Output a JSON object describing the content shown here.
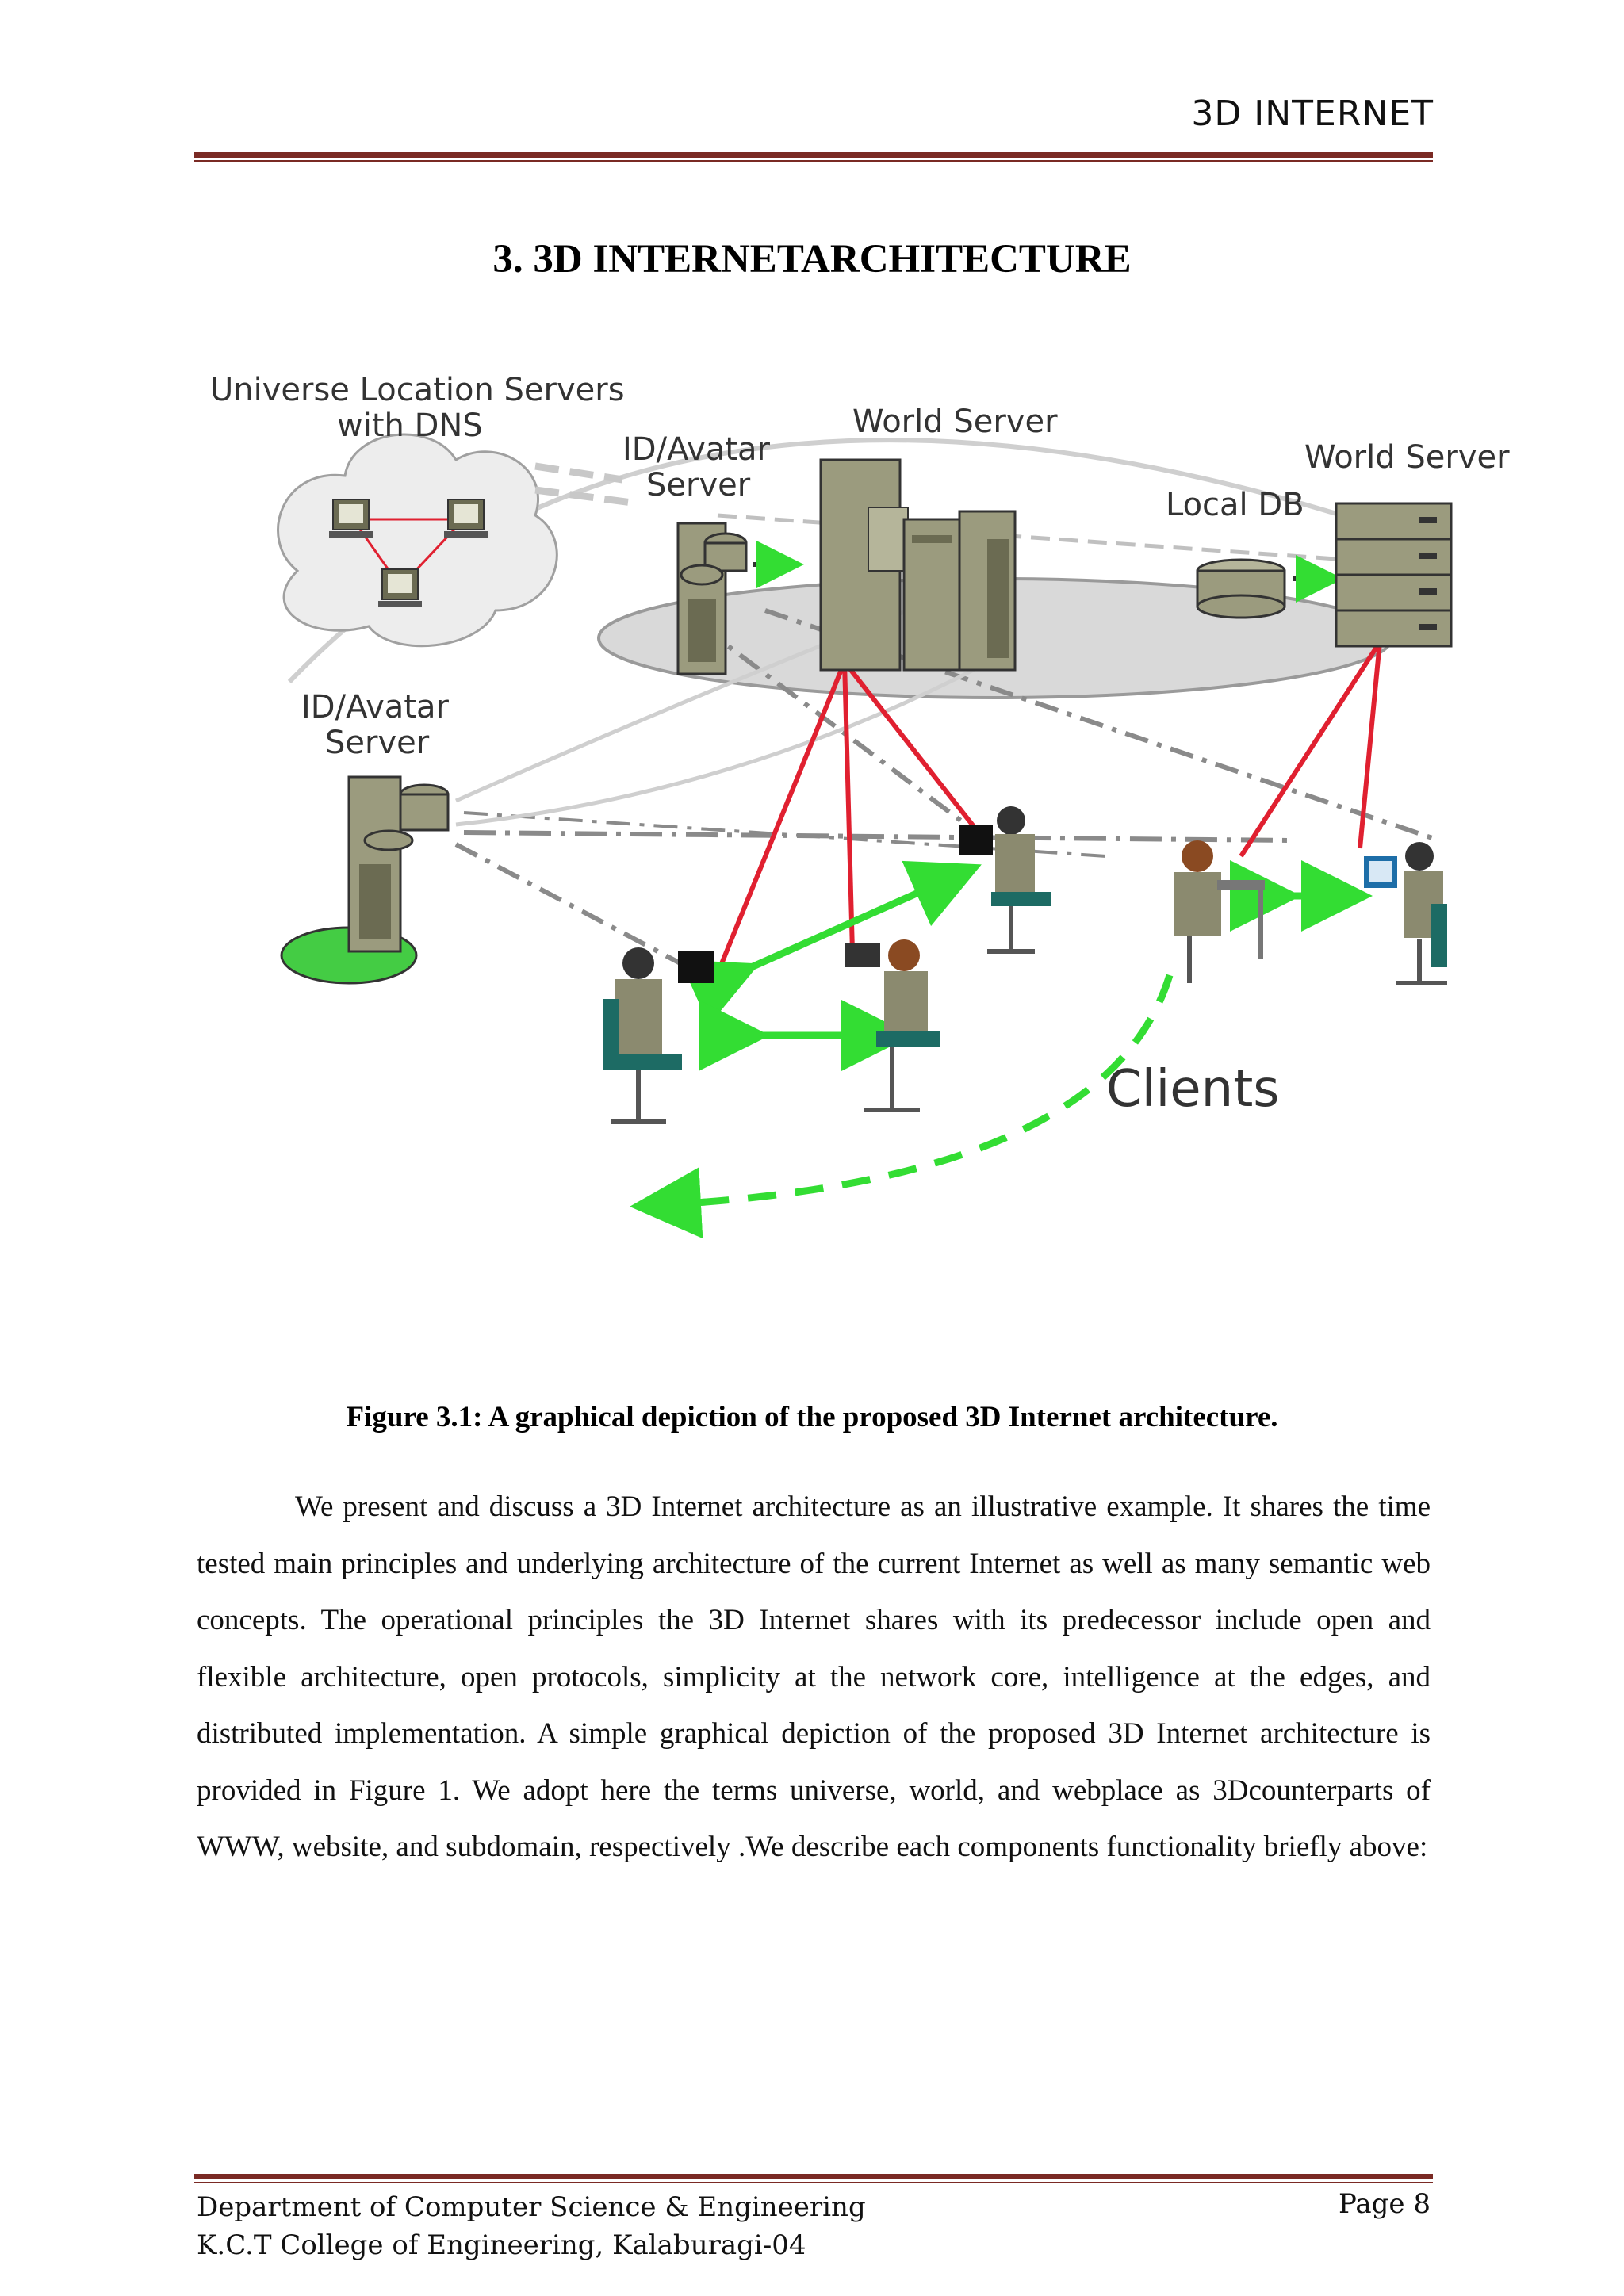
{
  "header": {
    "running_title": "3D INTERNET"
  },
  "chapter": {
    "title": "3. 3D INTERNETARCHITECTURE"
  },
  "figure": {
    "labels": {
      "universe_servers_line1": "Universe Location Servers",
      "universe_servers_line2": "with DNS",
      "id_avatar_top_line1": "ID/Avatar",
      "id_avatar_top_line2": "Server",
      "world_server_center": "World Server",
      "world_server_right": "World Server",
      "local_db": "Local DB",
      "id_avatar_left_line1": "ID/Avatar",
      "id_avatar_left_line2": "Server",
      "clients": "Clients"
    },
    "colors": {
      "server_fill": "#9b9b7e",
      "server_dark": "#6b6b52",
      "red_link": "#e02030",
      "green_link": "#33dd33",
      "ellipse_fill": "#d9d9d9",
      "cloud_fill": "#ededed",
      "base_green": "#44cc44"
    },
    "caption": "Figure 3.1: A graphical depiction of the proposed 3D Internet architecture."
  },
  "body": {
    "paragraph": "We present and discuss a 3D Internet architecture as an illustrative example. It shares the time tested main principles and underlying architecture of the current Internet as well as many semantic web concepts. The operational principles the 3D Internet shares with its predecessor include open and flexible architecture, open protocols, simplicity at the network core, intelligence at the edges, and distributed implementation. A simple graphical depiction of the proposed 3D Internet architecture is provided in Figure 1. We adopt here the terms universe, world, and webplace as 3Dcounterparts of WWW, website, and subdomain, respectively .We describe each components functionality briefly above:"
  },
  "footer": {
    "department": "Department of Computer Science & Engineering",
    "college": "K.C.T College of Engineering, Kalaburagi-04",
    "page": "Page 8"
  }
}
